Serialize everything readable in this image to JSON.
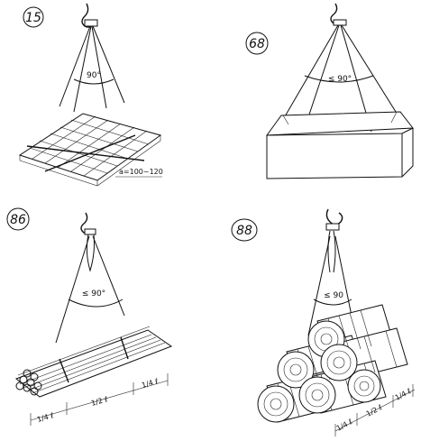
{
  "panels": [
    {
      "label": "15",
      "angle": "90°",
      "note": "a=100~120"
    },
    {
      "label": "68",
      "angle": "≤ 90°"
    },
    {
      "label": "86",
      "angle": "≤ 90°",
      "dims": [
        "1/4 ℓ",
        "1/2 ℓ",
        "1/4 ℓ"
      ]
    },
    {
      "label": "88",
      "angle": "≤ 90",
      "dims": [
        "1/4 ℓ",
        "1/2 ℓ",
        "1/4 ℓ"
      ]
    }
  ]
}
